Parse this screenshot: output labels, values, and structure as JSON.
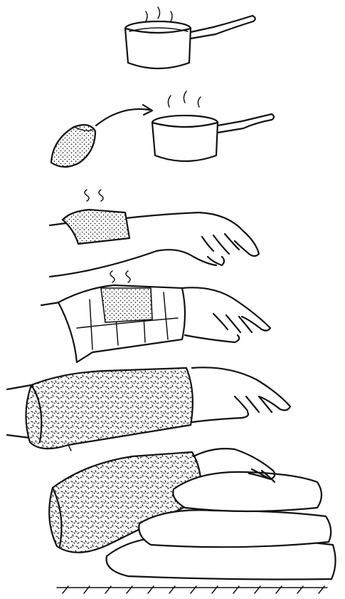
{
  "figure": {
    "panels": [
      {
        "id": "boil-water"
      },
      {
        "id": "add-cloth-to-pot"
      },
      {
        "id": "hot-cloth-on-wrist"
      },
      {
        "id": "wrap-in-plastic"
      },
      {
        "id": "cover-with-towel"
      },
      {
        "id": "rest-on-pillows"
      }
    ],
    "icons": [
      "saucepan-icon",
      "steam-icon",
      "cloth-icon",
      "arrow-icon",
      "hand-icon",
      "towel-icon",
      "pillow-icon"
    ],
    "colors": {
      "ink": "#111111",
      "paper": "#ffffff"
    }
  }
}
